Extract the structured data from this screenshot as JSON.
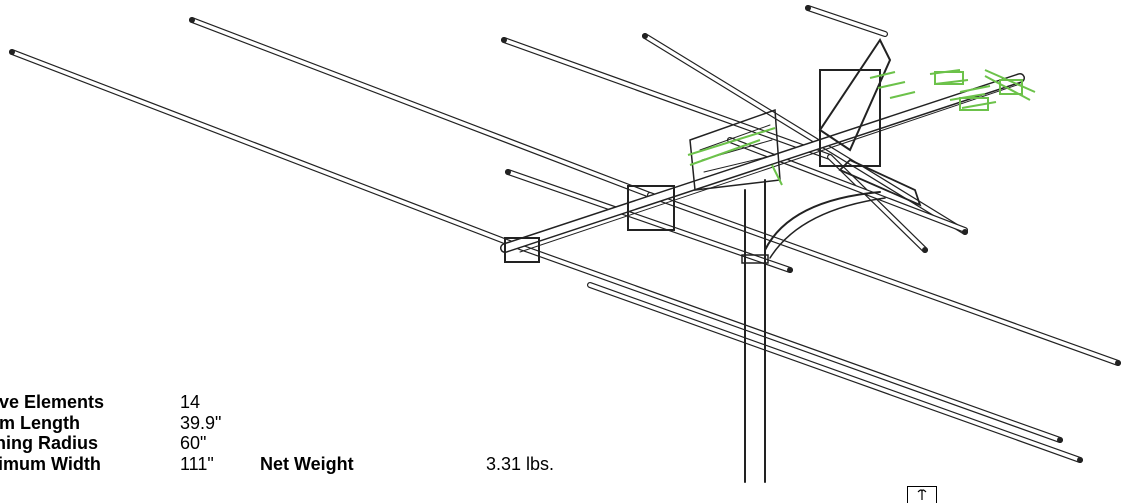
{
  "specs": [
    {
      "label": "tive Elements",
      "value": "14"
    },
    {
      "label": "om Length",
      "value": "39.9\""
    },
    {
      "label": "rning Radius",
      "value": "60\""
    },
    {
      "label": "ximum Width",
      "value": "111\"",
      "extra_label": "Net Weight",
      "extra_value": "3.31 lbs."
    }
  ],
  "colors": {
    "line": "#222222",
    "accent": "#6cc24a"
  },
  "icons": {
    "corner": "gift-box-icon"
  }
}
